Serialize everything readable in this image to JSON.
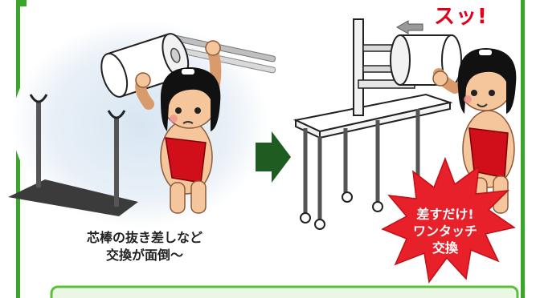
{
  "captions": {
    "left_line1": "芯棒の抜き差しなど",
    "left_line2": "交換が面倒〜",
    "sound_effect": "スッ!",
    "burst_line1": "差すだけ!",
    "burst_line2": "ワンタッチ",
    "burst_line3": "交換"
  },
  "colors": {
    "frame_green": "#3aa52b",
    "panel_green": "#5bbf3c",
    "panel_fill": "#e9f7e4",
    "arrow_green": "#1f5c22",
    "burst_red": "#e8202a",
    "accent_red": "#e0001b",
    "hair": "#111111",
    "skin": "#f5c69b"
  }
}
